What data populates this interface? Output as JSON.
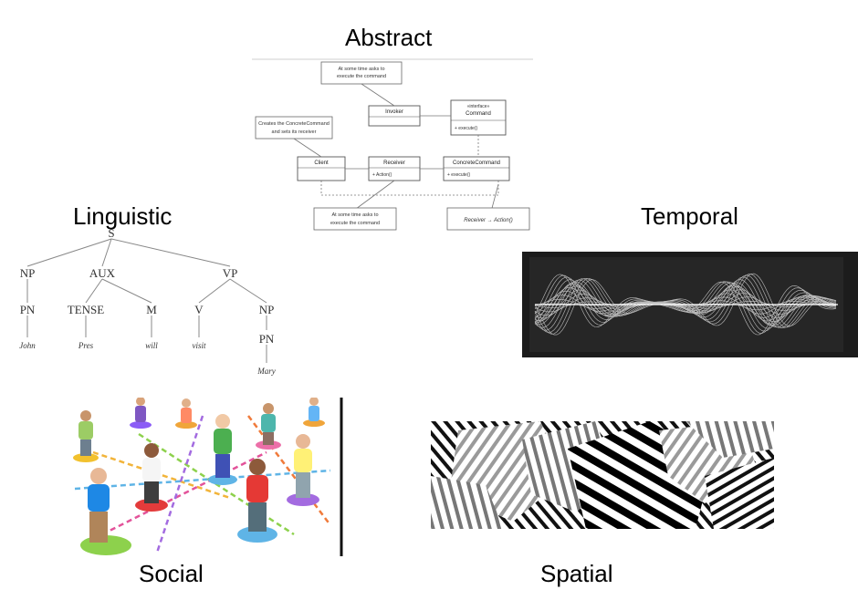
{
  "labels": {
    "abstract": "Abstract",
    "linguistic": "Linguistic",
    "temporal": "Temporal",
    "social": "Social",
    "spatial": "Spatial"
  },
  "uml": {
    "note_top": [
      "At some time asks to",
      "execute the command"
    ],
    "note_client": [
      "Creates the ConcreteCommand",
      "and sets its receiver"
    ],
    "note_bottom": [
      "At some time asks to",
      "execute the command"
    ],
    "note_receiver": "Receiver → Action()",
    "invoker": "Invoker",
    "command_stereo": "«interface»",
    "command": "Command",
    "command_op": "+ execute()",
    "client": "Client",
    "receiver": "Receiver",
    "receiver_op": "+ Action()",
    "concrete": "ConcreteCommand",
    "concrete_op": "+ execute()"
  },
  "tree": {
    "s": "S",
    "np": "NP",
    "aux": "AUX",
    "vp": "VP",
    "pn1": "PN",
    "tense": "TENSE",
    "m": "M",
    "v": "V",
    "np2": "NP",
    "pn2": "PN",
    "john": "John",
    "pres": "Pres",
    "will": "will",
    "visit": "visit",
    "mary": "Mary"
  },
  "colors": {
    "temporal_bg": "#1c1c1c",
    "social_bg": "#ffffff"
  }
}
